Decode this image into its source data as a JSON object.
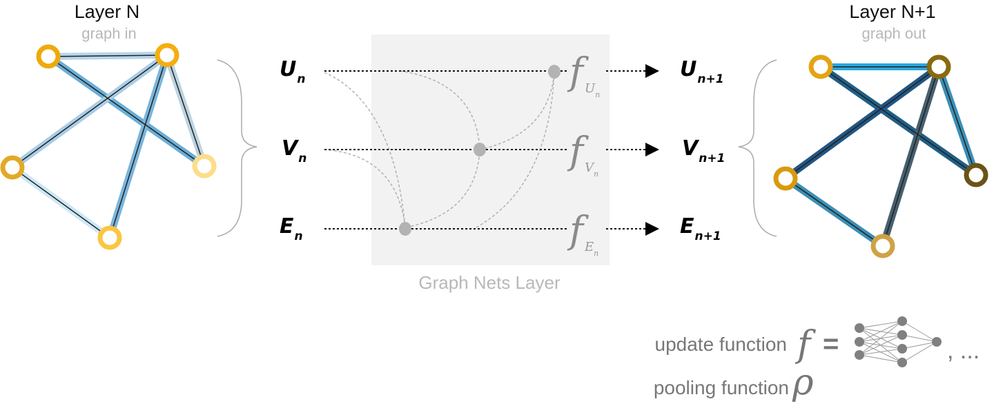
{
  "left_graph": {
    "title": "Layer N",
    "subtitle": "graph in"
  },
  "right_graph": {
    "title": "Layer N+1",
    "subtitle": "graph out"
  },
  "inputs": [
    {
      "symbol": "U",
      "sub": "n"
    },
    {
      "symbol": "V",
      "sub": "n"
    },
    {
      "symbol": "E",
      "sub": "n"
    }
  ],
  "outputs": [
    {
      "symbol": "U",
      "sub": "n+1"
    },
    {
      "symbol": "V",
      "sub": "n+1"
    },
    {
      "symbol": "E",
      "sub": "n+1"
    }
  ],
  "functions": [
    {
      "symbol": "f",
      "sub": "U",
      "subsub": "n"
    },
    {
      "symbol": "f",
      "sub": "V",
      "subsub": "n"
    },
    {
      "symbol": "f",
      "sub": "E",
      "subsub": "n"
    }
  ],
  "layer_label": "Graph Nets Layer",
  "legend": {
    "update_label": "update function",
    "update_symbol": "f",
    "equals": "=",
    "ellipsis": ", ...",
    "pooling_label": "pooling function",
    "pooling_symbol": "ρ"
  },
  "colors": {
    "box": "#f2f2f2",
    "node_gold": "#f0b00a",
    "edge_light_blue": "#a9cde6",
    "edge_dark": "#1f4e79"
  }
}
